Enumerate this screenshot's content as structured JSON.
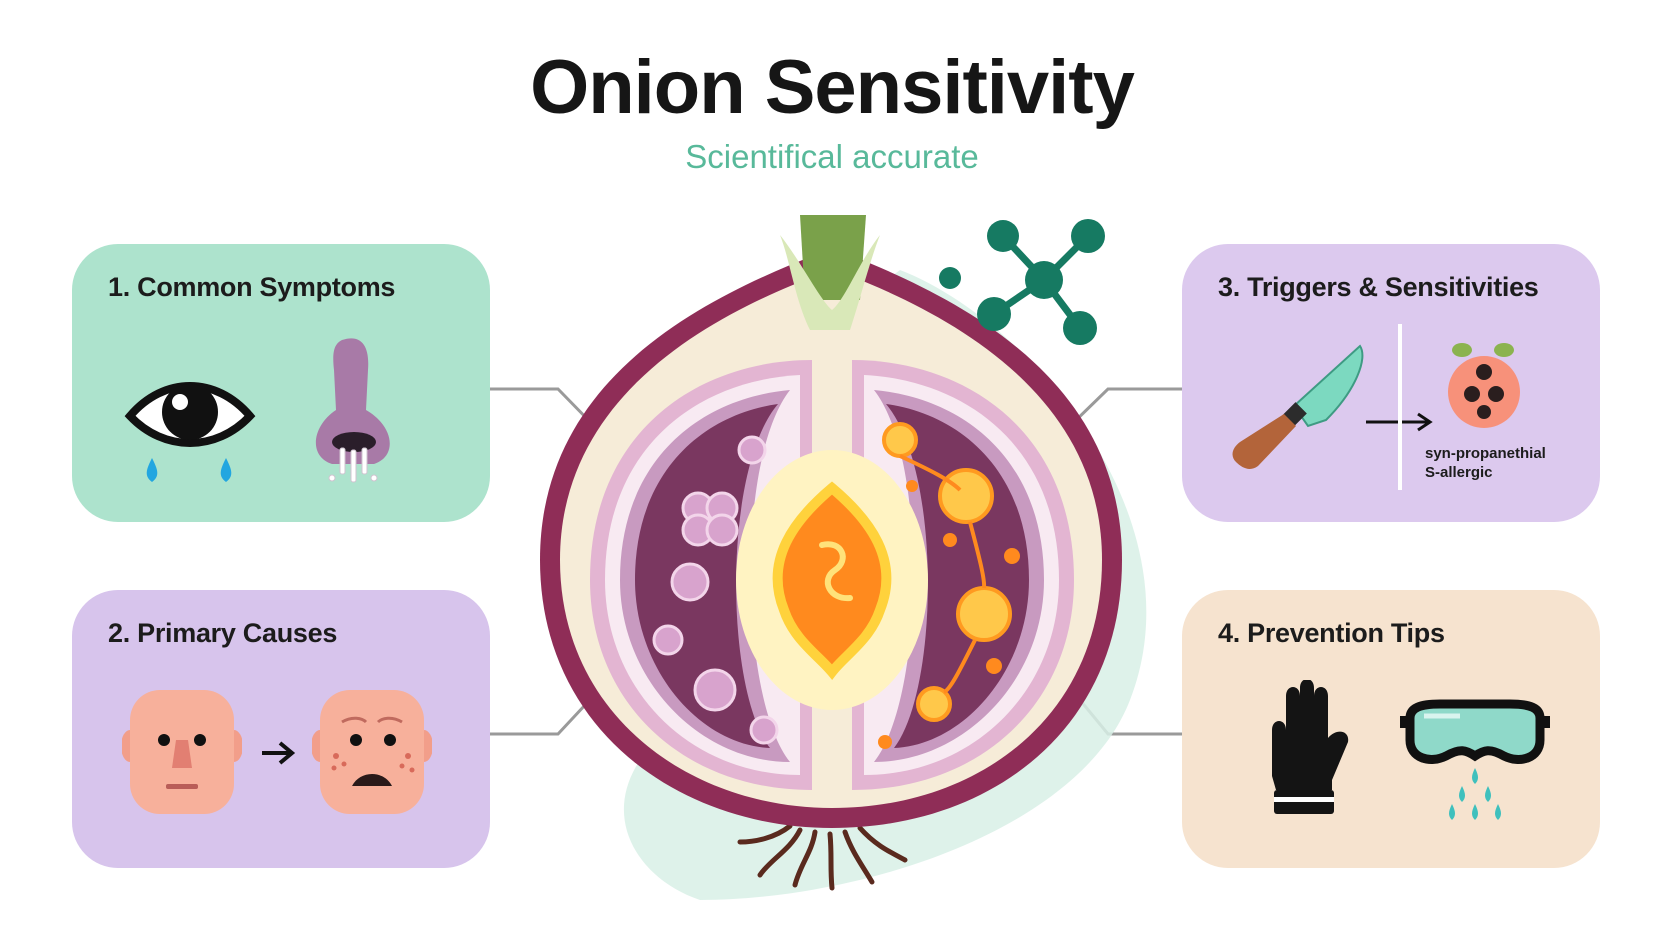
{
  "header": {
    "title": "Onion Sensitivity",
    "subtitle": "Scientifical accurate"
  },
  "panels": [
    {
      "label": "1. Common Symptoms",
      "icons": [
        "tearing-eye-icon",
        "runny-nose-icon"
      ]
    },
    {
      "label": "2. Primary Causes",
      "icons": [
        "face-normal-icon",
        "arrow-right-icon",
        "face-irritated-icon"
      ]
    },
    {
      "label": "3. Triggers & Sensitivities",
      "icons": [
        "knife-icon",
        "arrow-right-icon",
        "onion-cell-icon"
      ],
      "chemical_text": [
        "syn-propanethial",
        "S-allergic"
      ]
    },
    {
      "label": "4. Prevention Tips",
      "icons": [
        "glove-icon",
        "goggles-icon"
      ]
    }
  ],
  "center": {
    "icons": [
      "onion-cross-section-icon",
      "molecule-icon"
    ]
  },
  "colors": {
    "symptoms_panel": "#ade3cd",
    "causes_panel": "#d7c4ec",
    "triggers_panel": "#dcc9ee",
    "prevention_panel": "#f6e3cf",
    "onion_skin": "#8f2d57",
    "onion_core": "#ff8a1e",
    "molecule": "#167a62",
    "subtitle": "#58b99a"
  }
}
